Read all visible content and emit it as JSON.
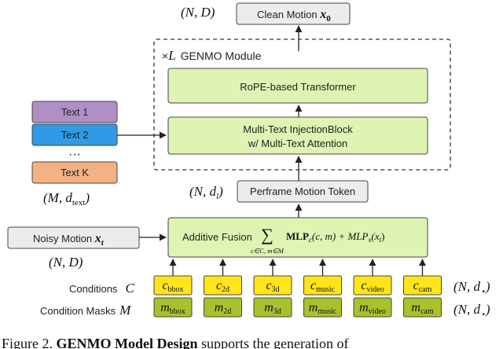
{
  "output": {
    "shape": "(N, D)",
    "label": "Clean Motion",
    "symbol": "x",
    "subscript": "0"
  },
  "module": {
    "repeat_prefix": "×",
    "repeat_symbol": "L",
    "title": "GENMO Module"
  },
  "blocks": {
    "transformer": "RoPE-based Transformer",
    "injection_line1": "Multi-Text InjectionBlock",
    "injection_line2": "w/ Multi-Text Attention",
    "token_shape": "(N, d",
    "token_shape_sub": "l",
    "token_shape_close": ")",
    "token": "Perframe Motion Token"
  },
  "texts": {
    "items": [
      {
        "label": "Text 1",
        "color": "#b08fc6"
      },
      {
        "label": "Text 2",
        "color": "#2f9be6"
      },
      {
        "label": "Text K",
        "color": "#f4b183"
      }
    ],
    "ellipsis": "···",
    "shape": "(M, d",
    "shape_sub": "text",
    "shape_close": ")"
  },
  "noisy": {
    "label": "Noisy Motion",
    "symbol": "x",
    "subscript": "t",
    "shape": "(N, D)"
  },
  "fusion": {
    "label": "Additive Fusion",
    "sum": "∑",
    "sum_sub": "c∈C, m∈M",
    "term1": "MLP",
    "term1_sub": "c",
    "term1_args": "(c, m) + MLP",
    "term2_sub": "x",
    "term2_args": "(x",
    "term2_args_sub": "t",
    "term2_close": ")"
  },
  "conditions": {
    "label": "Conditions",
    "symbol": "C",
    "masks_label": "Condition Masks",
    "masks_symbol": "M",
    "shape": "(N, d",
    "shape_sub": "⋆",
    "shape_close": ")",
    "items": [
      {
        "c": "c",
        "c_sub": "bbox",
        "m": "m",
        "m_sub": "bbox"
      },
      {
        "c": "c",
        "c_sub": "2d",
        "m": "m",
        "m_sub": "2d"
      },
      {
        "c": "c",
        "c_sub": "3d",
        "m": "m",
        "m_sub": "3d"
      },
      {
        "c": "c",
        "c_sub": "music",
        "m": "m",
        "m_sub": "music"
      },
      {
        "c": "c",
        "c_sub": "video",
        "m": "m",
        "m_sub": "video"
      },
      {
        "c": "c",
        "c_sub": "cam",
        "m": "m",
        "m_sub": "cam"
      }
    ]
  },
  "colors": {
    "green_block": "#dff3b3",
    "gray_block": "#ececec",
    "condition": "#ffe51a",
    "mask": "#a8c22c"
  },
  "caption": {
    "prefix": "Figure 2.",
    "bold": "GENMO Model Design",
    "rest": "supports the generation of"
  }
}
